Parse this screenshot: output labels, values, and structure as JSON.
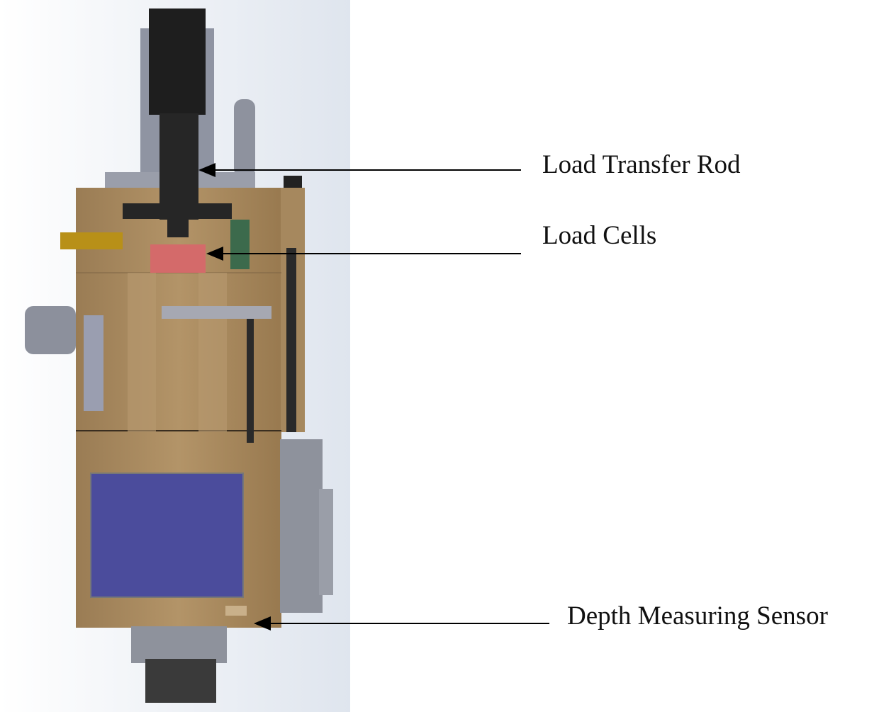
{
  "labels": {
    "load_transfer_rod": "Load Transfer Rod",
    "load_cells": "Load Cells",
    "depth_sensor": "Depth Measuring Sensor"
  },
  "colors": {
    "body": "#a8895f",
    "body_dark": "#8a6e4a",
    "rod": "#1e1e1e",
    "metal": "#9a9eaa",
    "panel": "#4b4c9c",
    "load_cell": "#d46a6a",
    "connector": "#b89018",
    "board": "#3c6a4c"
  }
}
